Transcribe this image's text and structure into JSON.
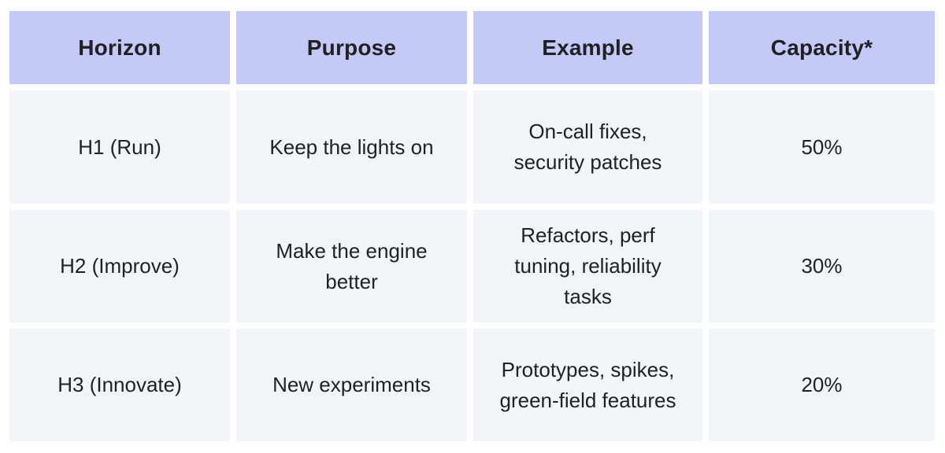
{
  "table": {
    "columns": [
      "Horizon",
      "Purpose",
      "Example",
      "Capacity*"
    ],
    "rows": [
      [
        "H1 (Run)",
        "Keep the lights on",
        "On-call fixes,\nsecurity patches",
        "50%"
      ],
      [
        "H2 (Improve)",
        "Make the engine\nbetter",
        "Refactors, perf\ntuning, reliability\ntasks",
        "30%"
      ],
      [
        "H3 (Innovate)",
        "New experiments",
        "Prototypes, spikes,\ngreen-field features",
        "20%"
      ]
    ]
  },
  "colors": {
    "header_bg": "#c5c9f6",
    "cell_bg": "#f1f4f8",
    "text": "#202124",
    "page_bg": "#ffffff"
  }
}
